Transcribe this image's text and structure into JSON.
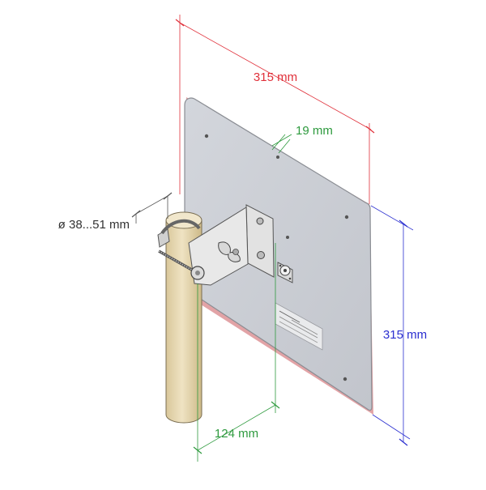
{
  "dimensions": {
    "width": {
      "text": "315 mm",
      "color": "#e0303a"
    },
    "depth": {
      "text": "19 mm",
      "color": "#2e9a3e"
    },
    "height": {
      "text": "315 mm",
      "color": "#2b2fd0"
    },
    "offset": {
      "text": "124 mm",
      "color": "#2e9a3e"
    },
    "pole_diameter": {
      "text": "ø 38...51 mm",
      "color": "#333333"
    }
  },
  "colors": {
    "panel": "#cdd0d6",
    "panel_edge": "#8a8d93",
    "panel_back": "#e2a3a6",
    "pole": "#e6d7b0",
    "pole_edge": "#7a6e52",
    "bracket": "#dedede"
  }
}
